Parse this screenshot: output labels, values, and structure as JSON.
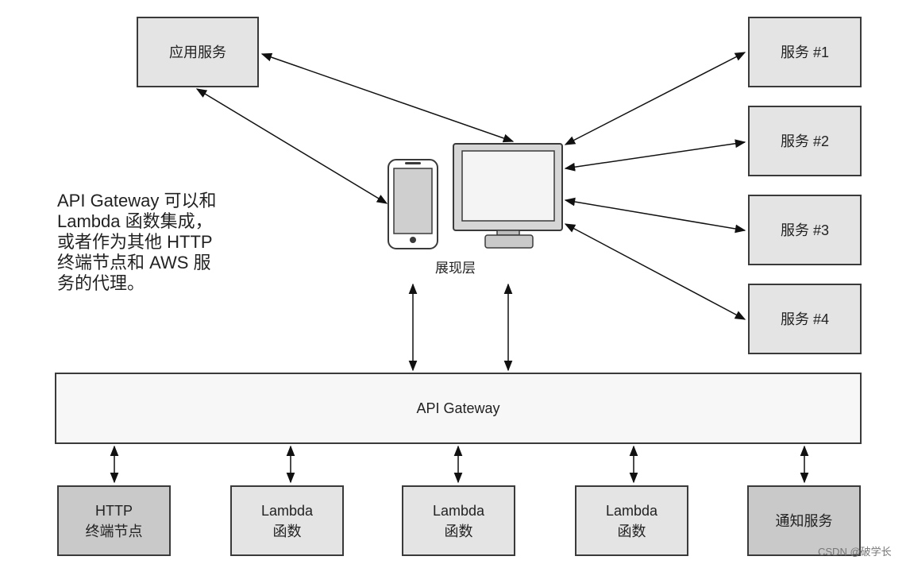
{
  "top_left_box": {
    "label": "应用服务"
  },
  "services": [
    {
      "label": "服务 #1"
    },
    {
      "label": "服务 #2"
    },
    {
      "label": "服务 #3"
    },
    {
      "label": "服务 #4"
    }
  ],
  "presentation_layer": {
    "label": "展现层"
  },
  "note": "API Gateway 可以和\nLambda 函数集成，\n或者作为其他 HTTP\n终端节点和 AWS 服\n务的代理。",
  "gateway": {
    "label": "API Gateway"
  },
  "bottom_boxes": [
    {
      "line1": "HTTP",
      "line2": "终端节点"
    },
    {
      "line1": "Lambda",
      "line2": "函数"
    },
    {
      "line1": "Lambda",
      "line2": "函数"
    },
    {
      "line1": "Lambda",
      "line2": "函数"
    },
    {
      "line1": "通知服务",
      "line2": ""
    }
  ],
  "watermark": "CSDN @破学长"
}
